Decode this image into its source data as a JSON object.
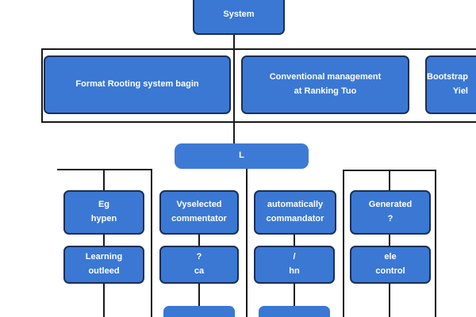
{
  "colors": {
    "node_fill": "#3a78d4",
    "node_border": "#1b2f55",
    "connector": "#1a1a1a",
    "text": "#ffffff",
    "background": "#ffffff"
  },
  "nodes": {
    "root": {
      "lines": [
        "System"
      ]
    },
    "level1": [
      {
        "lines": [
          "Format Rooting system bagin"
        ]
      },
      {
        "lines": [
          "Conventional management",
          "at Ranking Tuo"
        ]
      },
      {
        "lines": [
          "Bootstrap",
          "Yiel"
        ]
      }
    ],
    "hub": {
      "lines": [
        "L"
      ]
    },
    "column1": [
      {
        "lines": [
          "Eg",
          "hypen"
        ]
      },
      {
        "lines": [
          "Learning",
          "outleed"
        ]
      }
    ],
    "column2": [
      {
        "lines": [
          "Vyselected",
          "commentator"
        ]
      },
      {
        "lines": [
          "?",
          "ca"
        ]
      },
      {
        "lines": [
          ""
        ]
      }
    ],
    "column3": [
      {
        "lines": [
          "automatically",
          "commandator"
        ]
      },
      {
        "lines": [
          "/",
          "hn"
        ]
      },
      {
        "lines": [
          ""
        ]
      }
    ],
    "column4": [
      {
        "lines": [
          "Generated",
          "?"
        ]
      },
      {
        "lines": [
          "ele",
          "control"
        ]
      }
    ]
  }
}
